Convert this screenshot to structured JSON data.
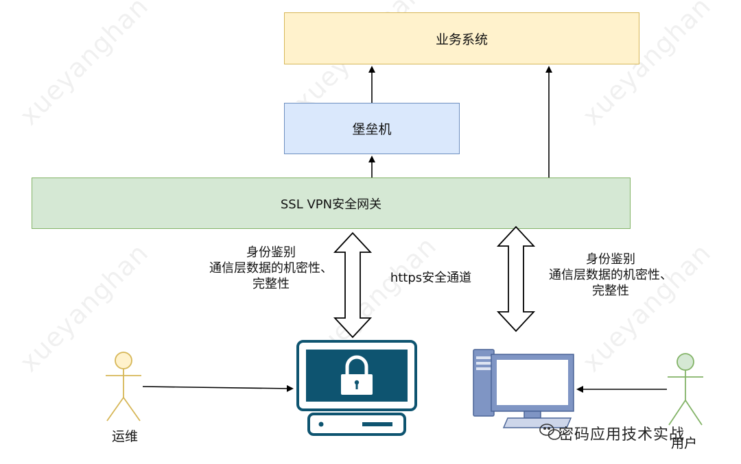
{
  "watermark": "xueyanghan",
  "boxes": {
    "business": "业务系统",
    "bastion": "堡垒机",
    "vpn_gateway": "SSL VPN安全网关"
  },
  "channels": {
    "left_label": [
      "身份鉴别",
      "通信层数据的机密性、",
      "完整性"
    ],
    "right_label": [
      "身份鉴别",
      "通信层数据的机密性、",
      "完整性"
    ],
    "https_label": "https安全通道"
  },
  "actors": {
    "ops": "运维",
    "user": "用户"
  },
  "branding": {
    "wechat_account": "密码应用技术实战"
  },
  "colors": {
    "business_fill": "#fff2cc",
    "bastion_fill": "#dae8fc",
    "vpn_fill": "#d5e8d4",
    "terminal_teal": "#0e5470",
    "pc_blue": "#6a82b6"
  }
}
